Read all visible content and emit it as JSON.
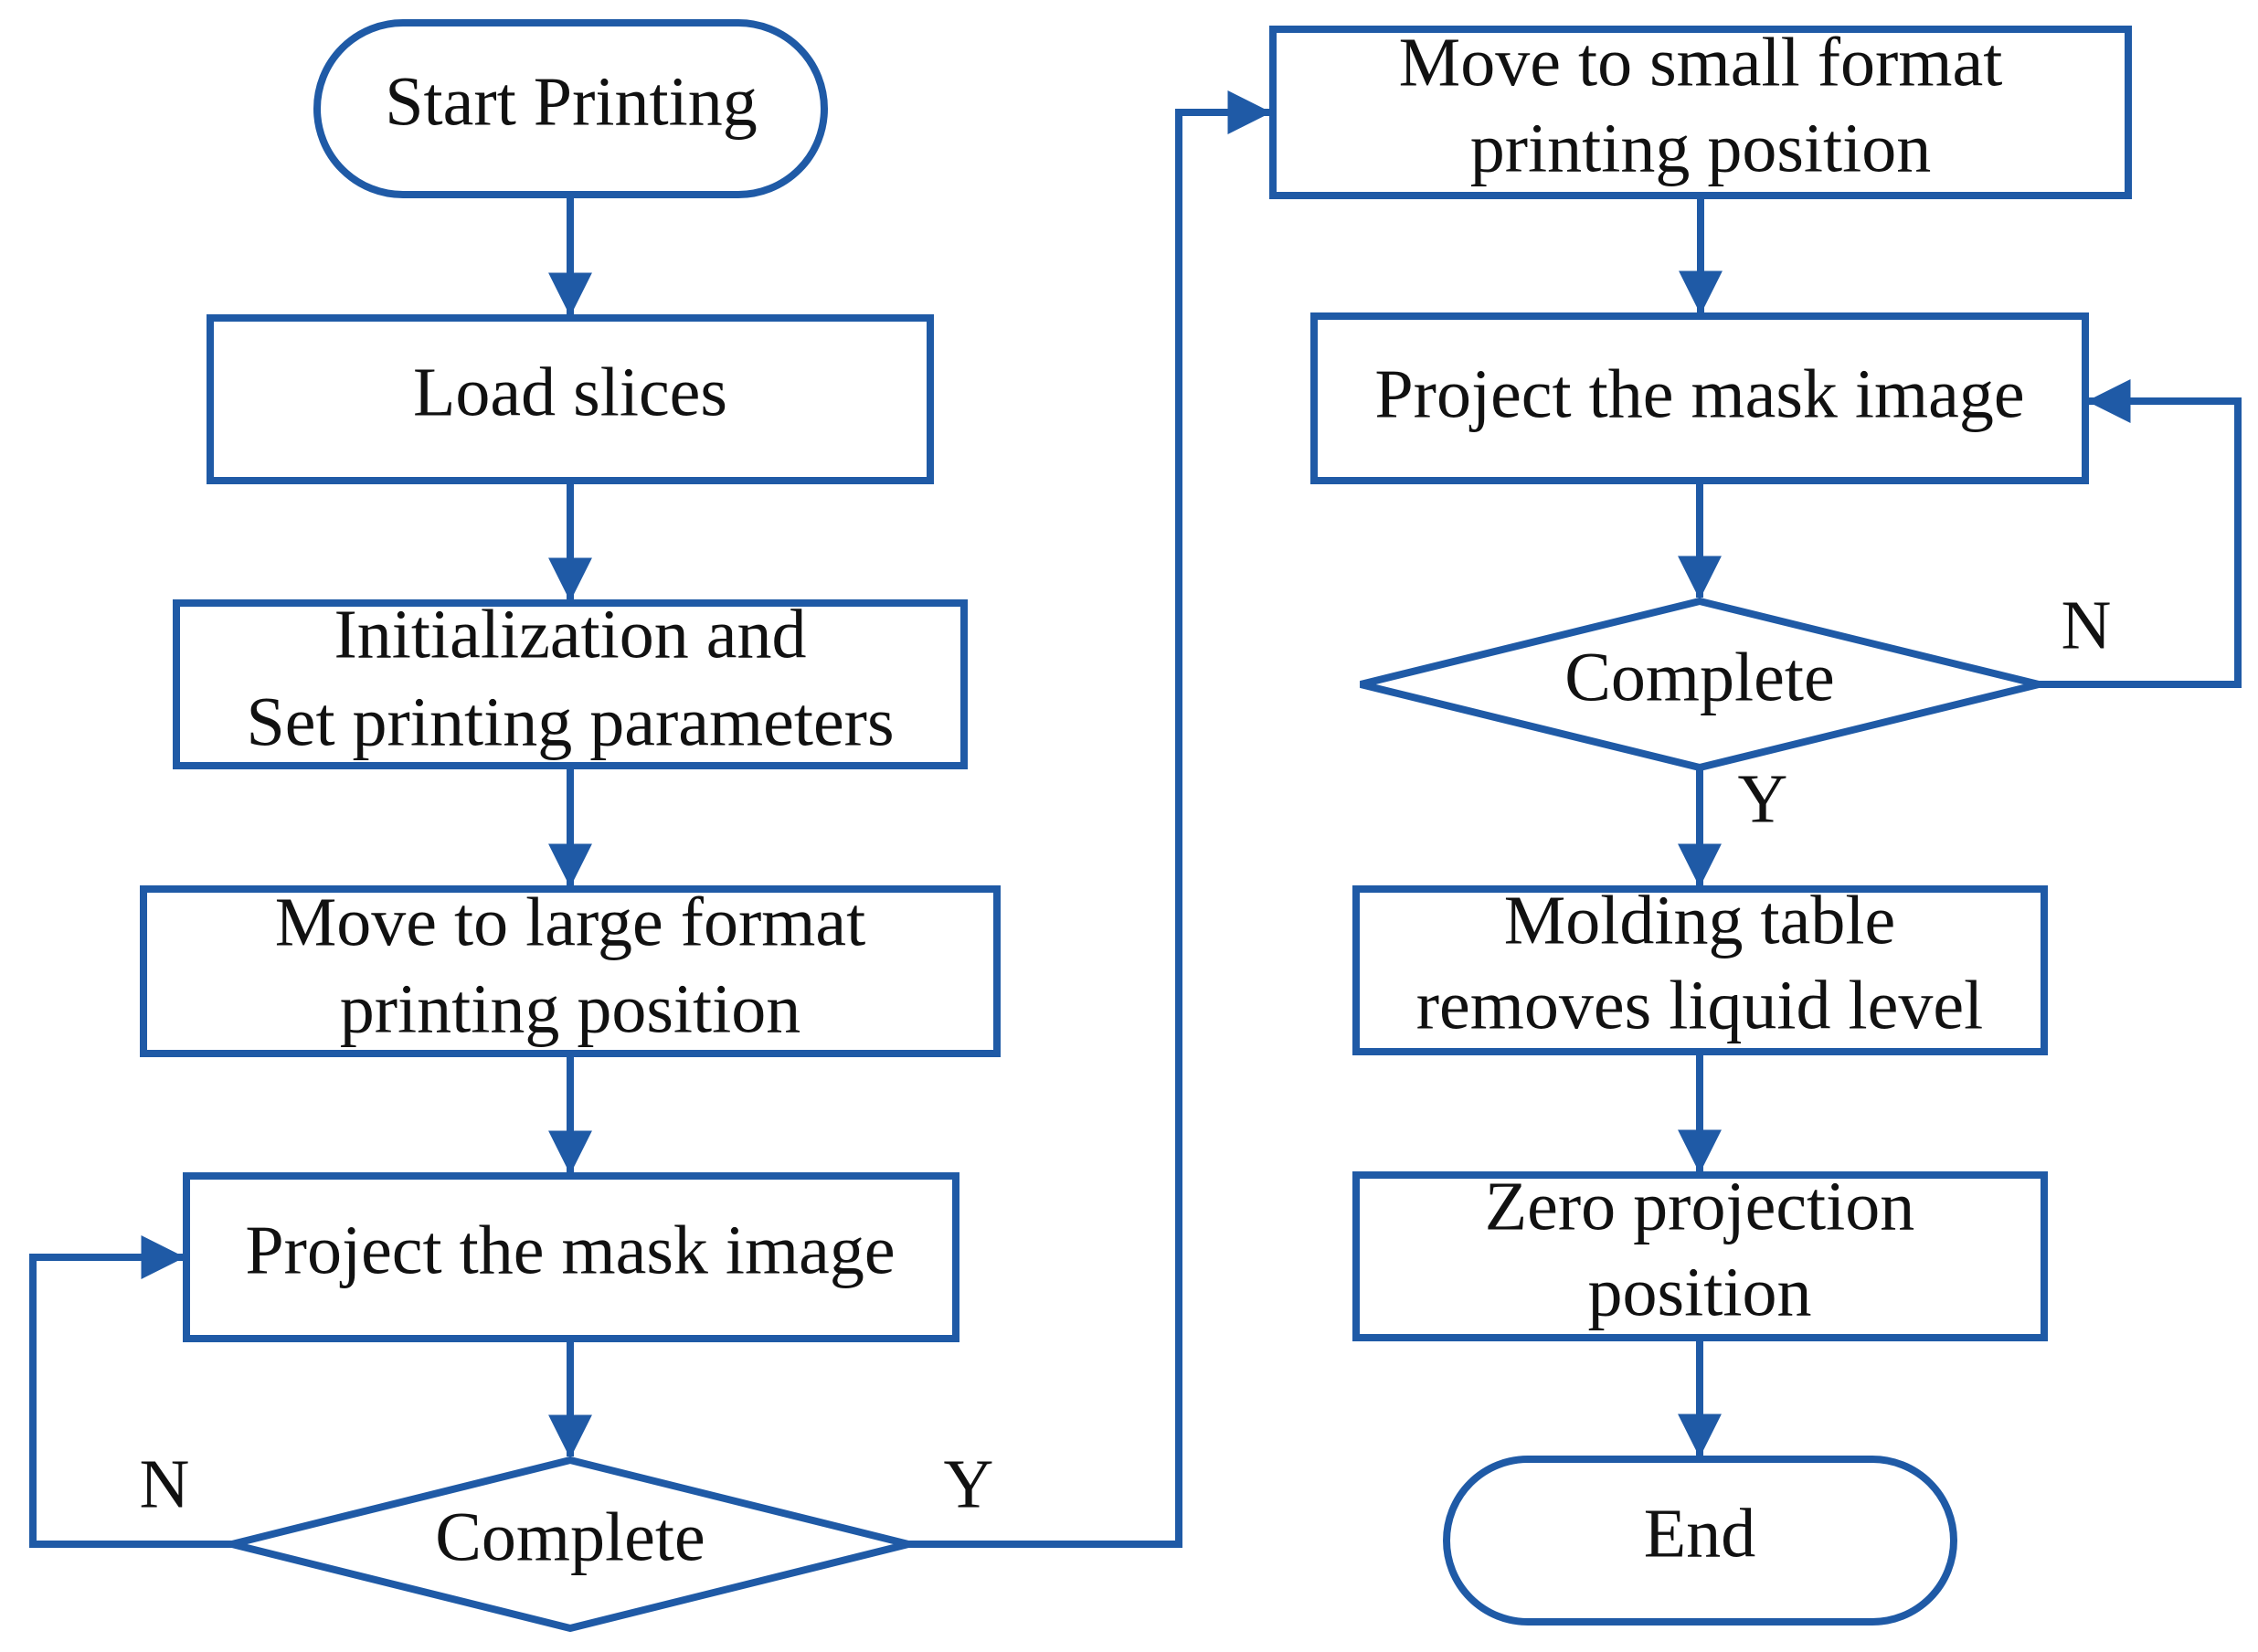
{
  "colors": {
    "stroke": "#1f5aa6",
    "text": "#111111",
    "background": "#ffffff"
  },
  "left_column": {
    "start": "Start Printing",
    "load": "Load slices",
    "init": [
      "Initialization and",
      "Set printing parameters"
    ],
    "move_large": [
      "Move to large format",
      "printing position"
    ],
    "project": "Project the mask image",
    "decision": "Complete",
    "decision_no": "N",
    "decision_yes": "Y"
  },
  "right_column": {
    "move_small": [
      "Move to small format",
      "printing position"
    ],
    "project": "Project the mask image",
    "decision": "Complete",
    "decision_no": "N",
    "decision_yes": "Y",
    "molding": [
      "Molding table",
      "removes liquid level"
    ],
    "zero": [
      "Zero projection",
      "position"
    ],
    "end": "End"
  }
}
